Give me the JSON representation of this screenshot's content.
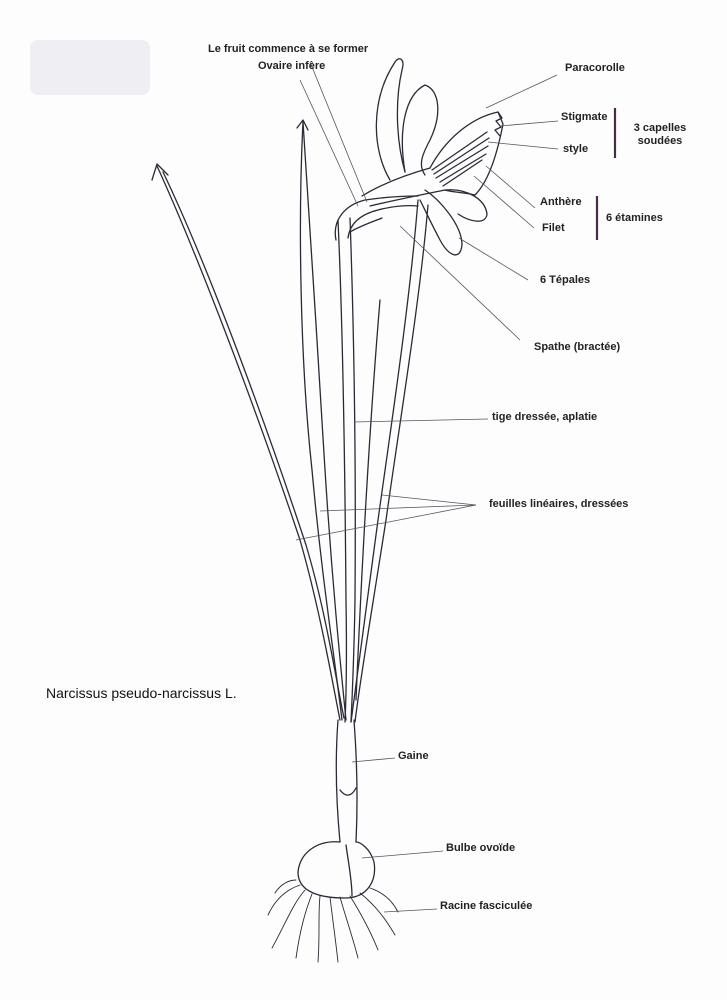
{
  "species_name": "Narcissus pseudo-narcissus L.",
  "labels": {
    "fruit": "Le fruit commence à se former",
    "ovaire": "Ovaire infère",
    "paracorolle": "Paracorolle",
    "stigmate": "Stigmate",
    "style": "style",
    "capelles_line1": "3 capelles",
    "capelles_line2": "soudées",
    "anthere": "Anthère",
    "filet": "Filet",
    "etamines": "6 étamines",
    "tepales": "6 Tépales",
    "spathe": "Spathe (bractée)",
    "tige": "tige dressée, aplatie",
    "feuilles": "feuilles linéaires, dressées",
    "gaine": "Gaine",
    "bulbe": "Bulbe ovoïde",
    "racine": "Racine  fasciculée"
  },
  "colors": {
    "ink": "#2a2a35",
    "leader": "#555560",
    "bracket": "#4a2a4a",
    "background": "#fdfdfe"
  }
}
